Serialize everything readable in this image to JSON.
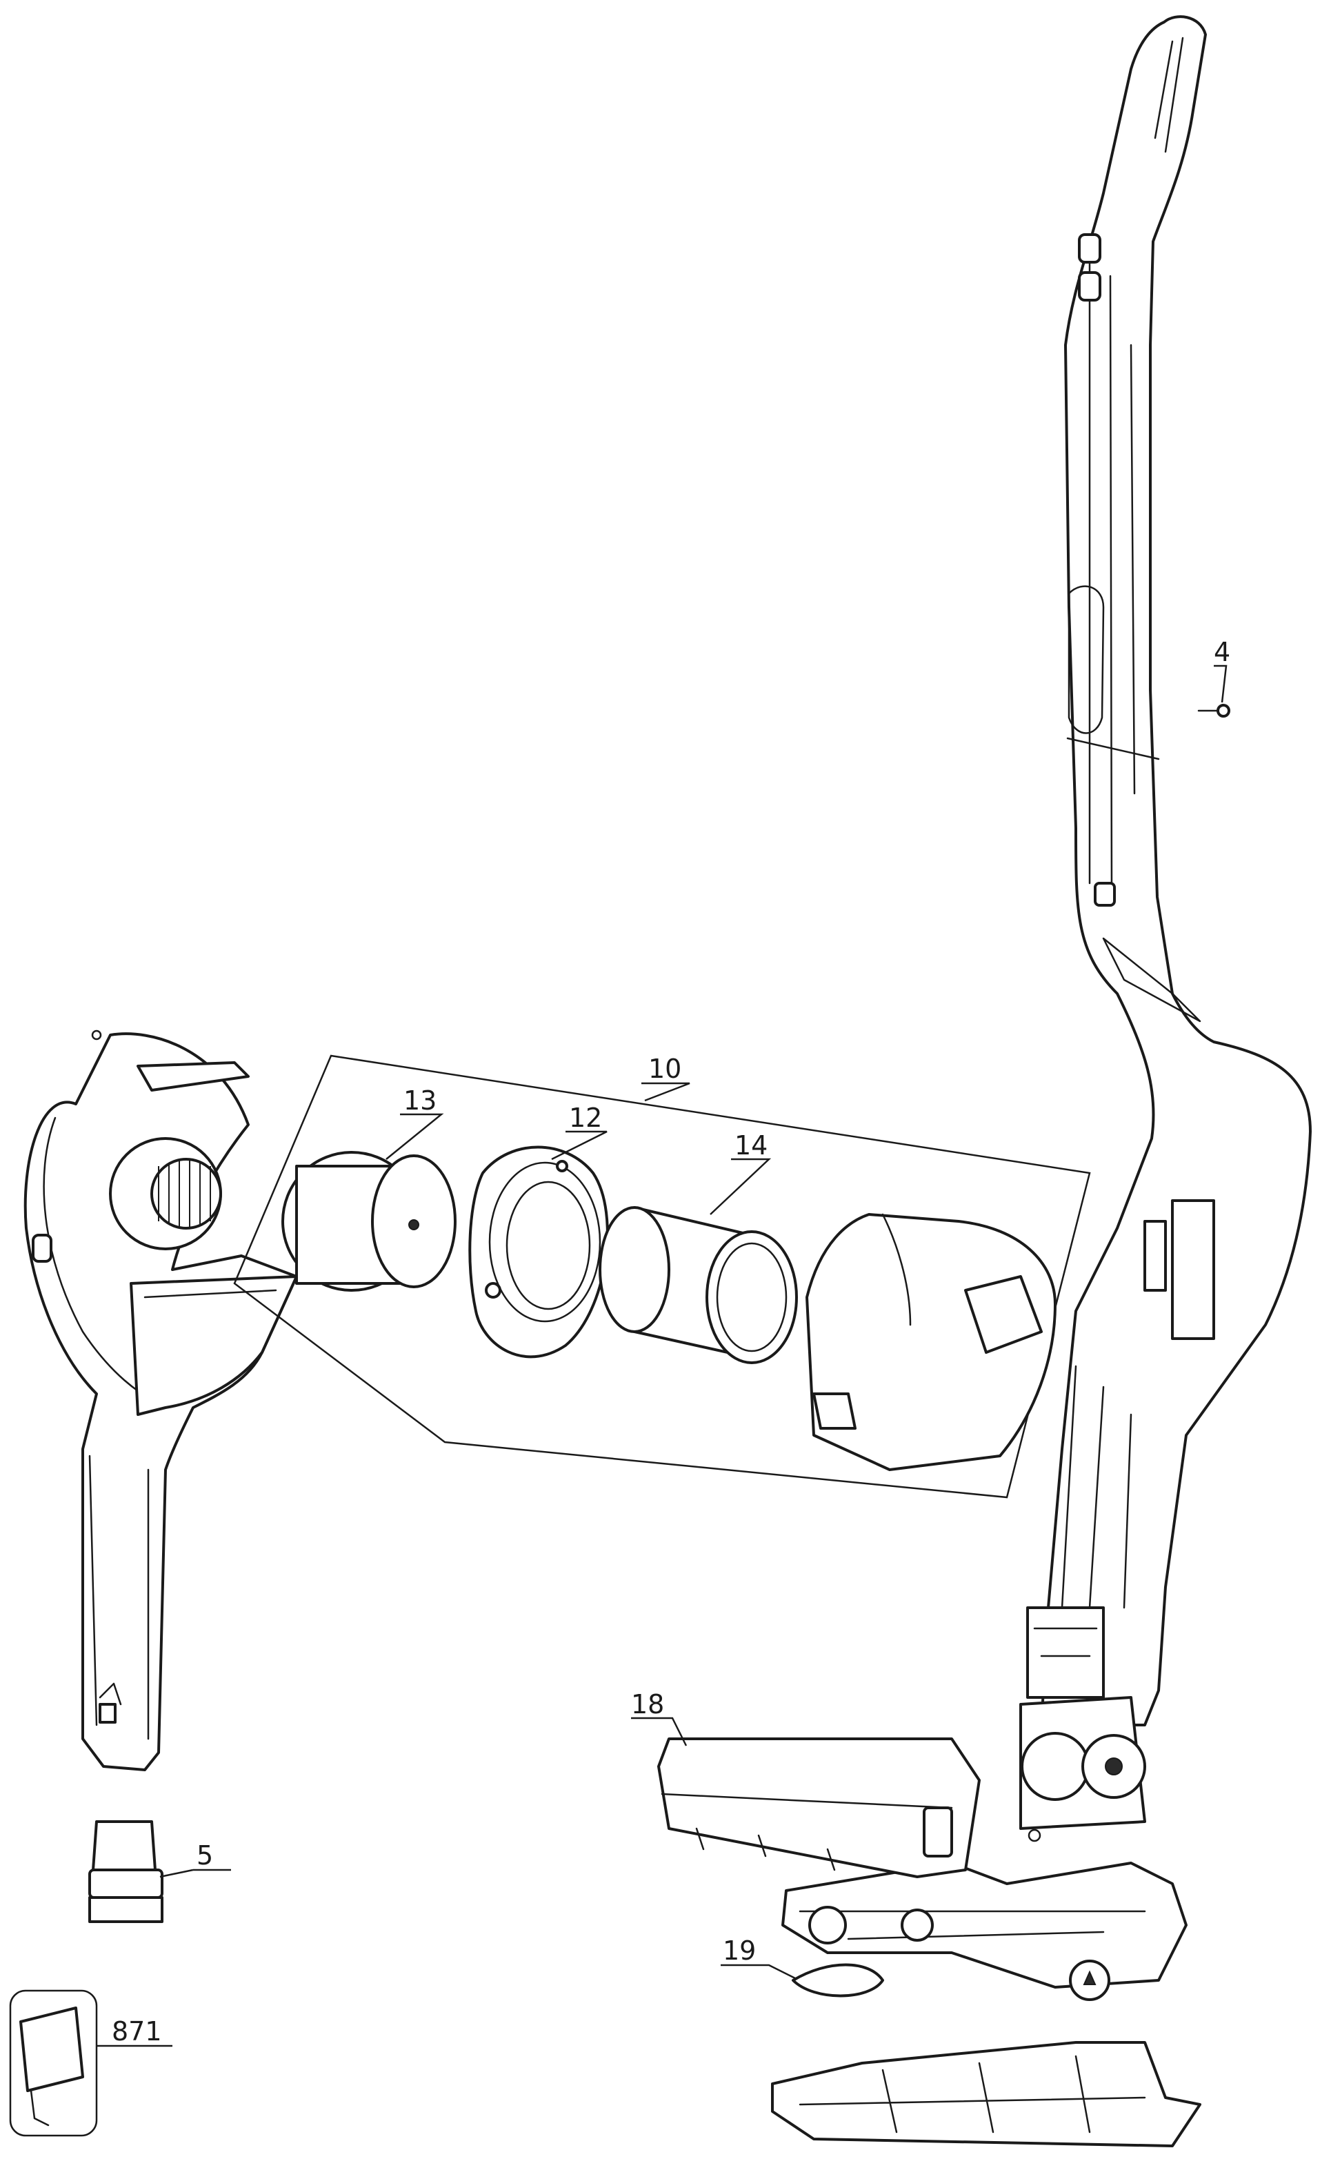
{
  "callouts": {
    "p4": "4",
    "p5": "5",
    "p10": "10",
    "p12": "12",
    "p13": "13",
    "p14": "14",
    "p18": "18",
    "p19": "19",
    "p871": "871"
  },
  "colors": {
    "line": "#1a1a1a",
    "background": "#ffffff"
  }
}
